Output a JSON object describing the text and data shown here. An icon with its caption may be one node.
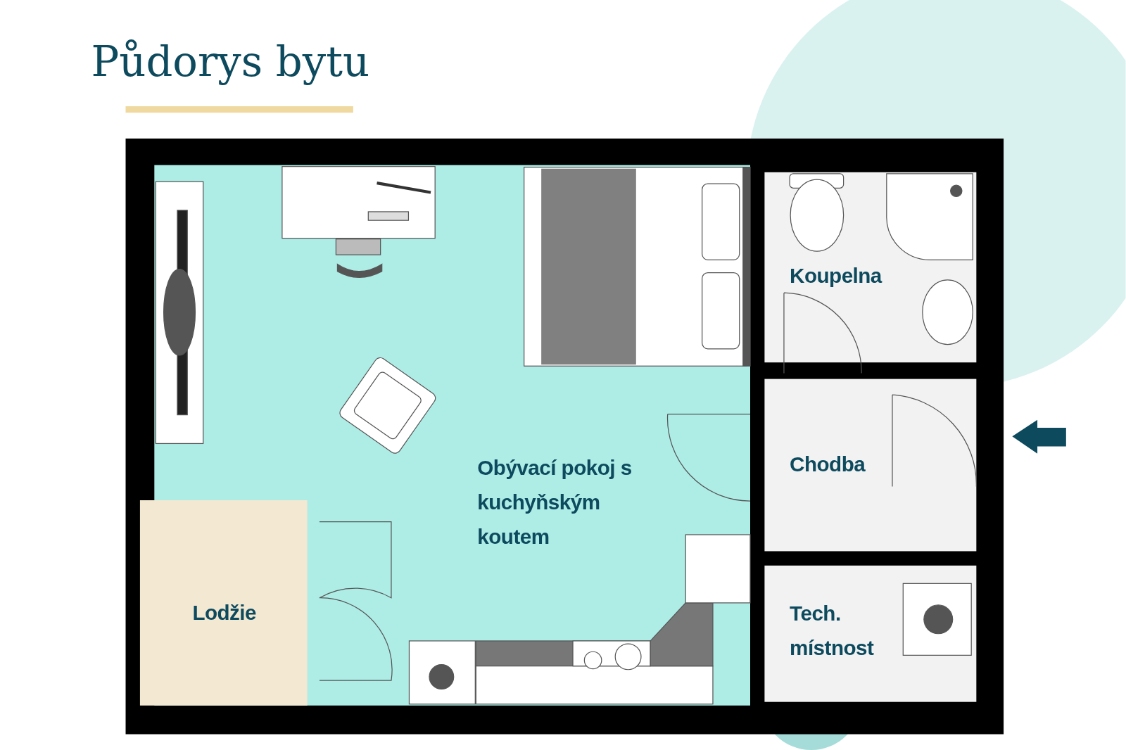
{
  "diagram": {
    "title": "Půdorys bytu",
    "nodes": [
      {
        "text": [
          "Obývací pokoj s kuchyňským koutem"
        ]
      },
      {
        "text": [
          "Koupelna"
        ]
      },
      {
        "text": [
          "Chodba"
        ]
      },
      {
        "text": [
          "Lodžie"
        ]
      },
      {
        "text": [
          "Tech. místnost"
        ]
      }
    ],
    "edges": []
  }
}
